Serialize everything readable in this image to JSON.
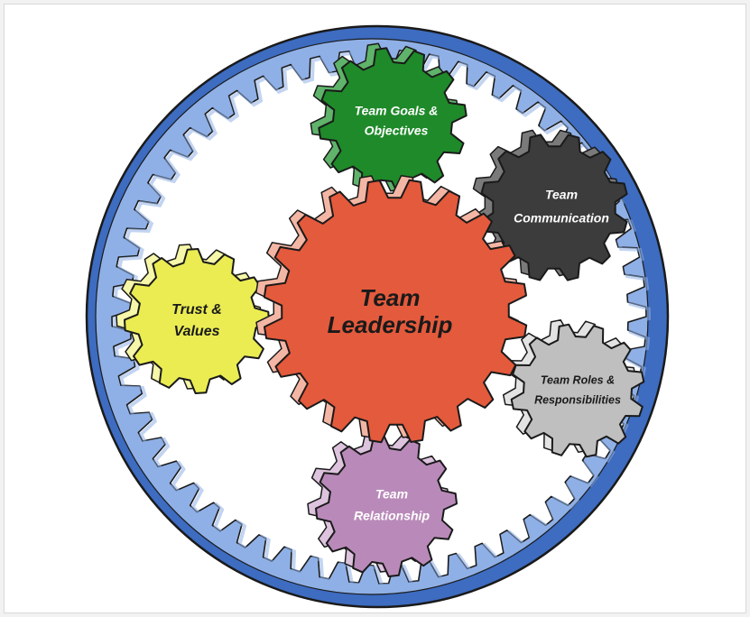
{
  "diagram": {
    "ring": {
      "name": "outer-ring-gear",
      "color": "#3d6cc0",
      "light": "#8fb0e6"
    },
    "gears": [
      {
        "id": "team-leadership",
        "lines": [
          "Team",
          "Leadership"
        ],
        "color": "#e45a3c",
        "side": "#f4b6a4",
        "text_color": "#1a1a1a"
      },
      {
        "id": "team-goals-objectives",
        "lines": [
          "Team Goals &",
          "Objectives"
        ],
        "color": "#1f8a2a",
        "side": "#5fb36a",
        "text_color": "#ffffff"
      },
      {
        "id": "team-communication",
        "lines": [
          "Team",
          "Communication"
        ],
        "color": "#3c3c3c",
        "side": "#7a7a7a",
        "text_color": "#ffffff"
      },
      {
        "id": "trust-values",
        "lines": [
          "Trust &",
          "Values"
        ],
        "color": "#eaec52",
        "side": "#f6f7a8",
        "text_color": "#1a1a1a"
      },
      {
        "id": "team-roles-responsibilities",
        "lines": [
          "Team Roles &",
          "Responsibilities"
        ],
        "color": "#bfbfbf",
        "side": "#e3e3e3",
        "text_color": "#1a1a1a"
      },
      {
        "id": "team-relationship",
        "lines": [
          "Team",
          "Relationship"
        ],
        "color": "#b98ab9",
        "side": "#ddc3dd",
        "text_color": "#ffffff"
      }
    ]
  }
}
